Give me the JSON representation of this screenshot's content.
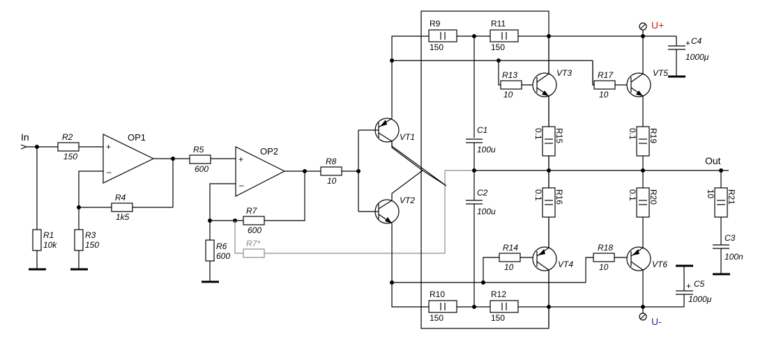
{
  "title": "Power amplifier schematic",
  "terminals": {
    "input": "In",
    "output": "Out",
    "supply_pos": "U+",
    "supply_neg": "U-"
  },
  "colors": {
    "wire": "#000000",
    "optional": "#8a8a8a",
    "supply_pos": "#c8201e",
    "supply_neg": "#1c2fa8"
  },
  "opamps": [
    {
      "ref": "OP1",
      "plus": "+",
      "minus": "–"
    },
    {
      "ref": "OP2",
      "plus": "+",
      "minus": "–"
    }
  ],
  "resistors": [
    {
      "ref": "R1",
      "value": "10k"
    },
    {
      "ref": "R2",
      "value": "150"
    },
    {
      "ref": "R3",
      "value": "150"
    },
    {
      "ref": "R4",
      "value": "1k5"
    },
    {
      "ref": "R5",
      "value": "600"
    },
    {
      "ref": "R6",
      "value": "600"
    },
    {
      "ref": "R7",
      "value": "600"
    },
    {
      "ref": "R7*",
      "value": ""
    },
    {
      "ref": "R8",
      "value": "10"
    },
    {
      "ref": "R9",
      "value": "150"
    },
    {
      "ref": "R10",
      "value": "150"
    },
    {
      "ref": "R11",
      "value": "150"
    },
    {
      "ref": "R12",
      "value": "150"
    },
    {
      "ref": "R13",
      "value": "10"
    },
    {
      "ref": "R14",
      "value": "10"
    },
    {
      "ref": "R15",
      "value": "0.1"
    },
    {
      "ref": "R16",
      "value": "0.1"
    },
    {
      "ref": "R17",
      "value": "10"
    },
    {
      "ref": "R18",
      "value": "10"
    },
    {
      "ref": "R19",
      "value": "0.1"
    },
    {
      "ref": "R20",
      "value": "0.1"
    },
    {
      "ref": "R21",
      "value": "10"
    }
  ],
  "capacitors": [
    {
      "ref": "C1",
      "value": "100u"
    },
    {
      "ref": "C2",
      "value": "100u"
    },
    {
      "ref": "C3",
      "value": "100n"
    },
    {
      "ref": "C4",
      "value": "1000μ",
      "polarity": "+"
    },
    {
      "ref": "C5",
      "value": "1000μ",
      "polarity": "+"
    }
  ],
  "transistors": [
    {
      "ref": "VT1"
    },
    {
      "ref": "VT2"
    },
    {
      "ref": "VT3"
    },
    {
      "ref": "VT4"
    },
    {
      "ref": "VT5"
    },
    {
      "ref": "VT6"
    }
  ]
}
